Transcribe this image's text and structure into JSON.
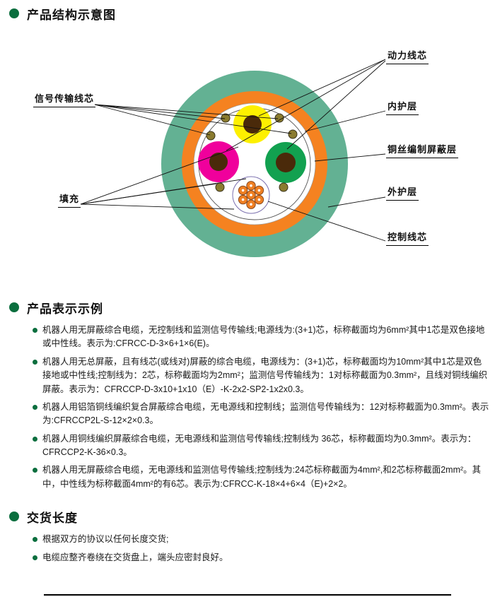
{
  "colors": {
    "accent_green": "#0a6e3e",
    "outer_sheath": "#63b193",
    "braid_ring": "#f58220",
    "core_yellow": "#fdf000",
    "core_magenta": "#f0009c",
    "core_green": "#12a150",
    "core_center_brown": "#4a2a0a",
    "signal_dot": "#8a7b2f",
    "strand_orange": "#ef7f22"
  },
  "structure": {
    "title": "产品结构示意图",
    "labels": {
      "power": "动力线芯",
      "signal": "信号传输线芯",
      "inner_sheath": "内护层",
      "braid_shield": "铜丝编制屏蔽层",
      "filler": "填充",
      "outer_sheath": "外护层",
      "control": "控制线芯"
    }
  },
  "examples": {
    "title": "产品表示示例",
    "items": [
      "机器人用无屏蔽综合电缆，无控制线和监测信号传输线;电源线为:(3+1)芯，标称截面均为6mm²其中1芯是双色接地或中性线。表示为:CFRCC-D-3×6+1×6(E)。",
      "机器人用无总屏蔽，且有线芯(或线对)屏蔽的综合电缆，电源线为：(3+1)芯，标称截面均为10mm²其中1芯是双色接地或中性线;控制线为：2芯，标称截面均为2mm²；监测信号传输线为：1对标称截面为0.3mm²，且线对铜线编织屏蔽。表示为：CFRCCP-D-3x10+1x10（E）-K-2x2-SP2-1x2x0.3。",
      "机器人用铝箔铜线编织复合屏蔽综合电缆，无电源线和控制线；监测信号传输线为：12对标称截面为0.3mm²。表示为:CFRCCP2L-S-12×2×0.3。",
      "机器人用铜线编织屏蔽综合电缆，无电源线和监测信号传输线;控制线为 36芯，标称截面均为0.3mm²。表示为：CFRCCP2-K-36×0.3。",
      "机器人用无屏蔽综合电缆，无电源线和监测信号传输线;控制线为:24芯标称截面为4mm²,和2芯标称截面2mm²。其中，中性线为标称截面4mm²的有6芯。表示为:CFRCC-K-18×4+6×4（E)+2×2。"
    ]
  },
  "delivery": {
    "title": "交货长度",
    "items": [
      "根据双方的协议以任何长度交货;",
      "电缆应整齐卷绕在交货盘上，端头应密封良好。"
    ]
  }
}
